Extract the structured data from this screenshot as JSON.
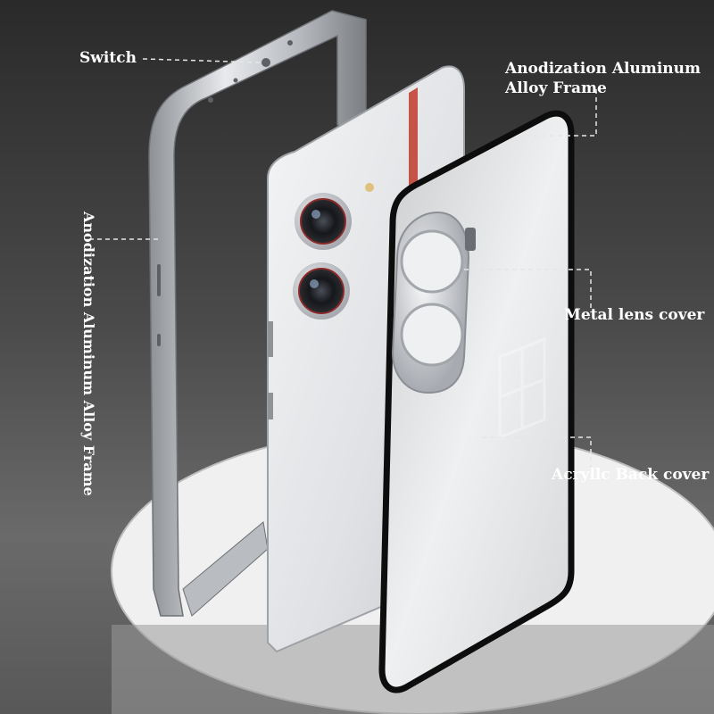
{
  "labels": {
    "switch": "Switch",
    "frame_right_line1": "Anodization Aluminum",
    "frame_right_line2": "Alloy Frame",
    "frame_left": "Anodization Aluminum Alloy Frame",
    "lens_cover": "Metal lens cover",
    "back_cover": "Acryllc Back cover"
  },
  "colors": {
    "label": "#ffffff",
    "leader_line": "#e6e6e6",
    "background_dark": "#2a2a2a",
    "frame_silver": "#c9cbcf",
    "phone_white": "#eceef0",
    "accent_red": "#c0392b"
  }
}
